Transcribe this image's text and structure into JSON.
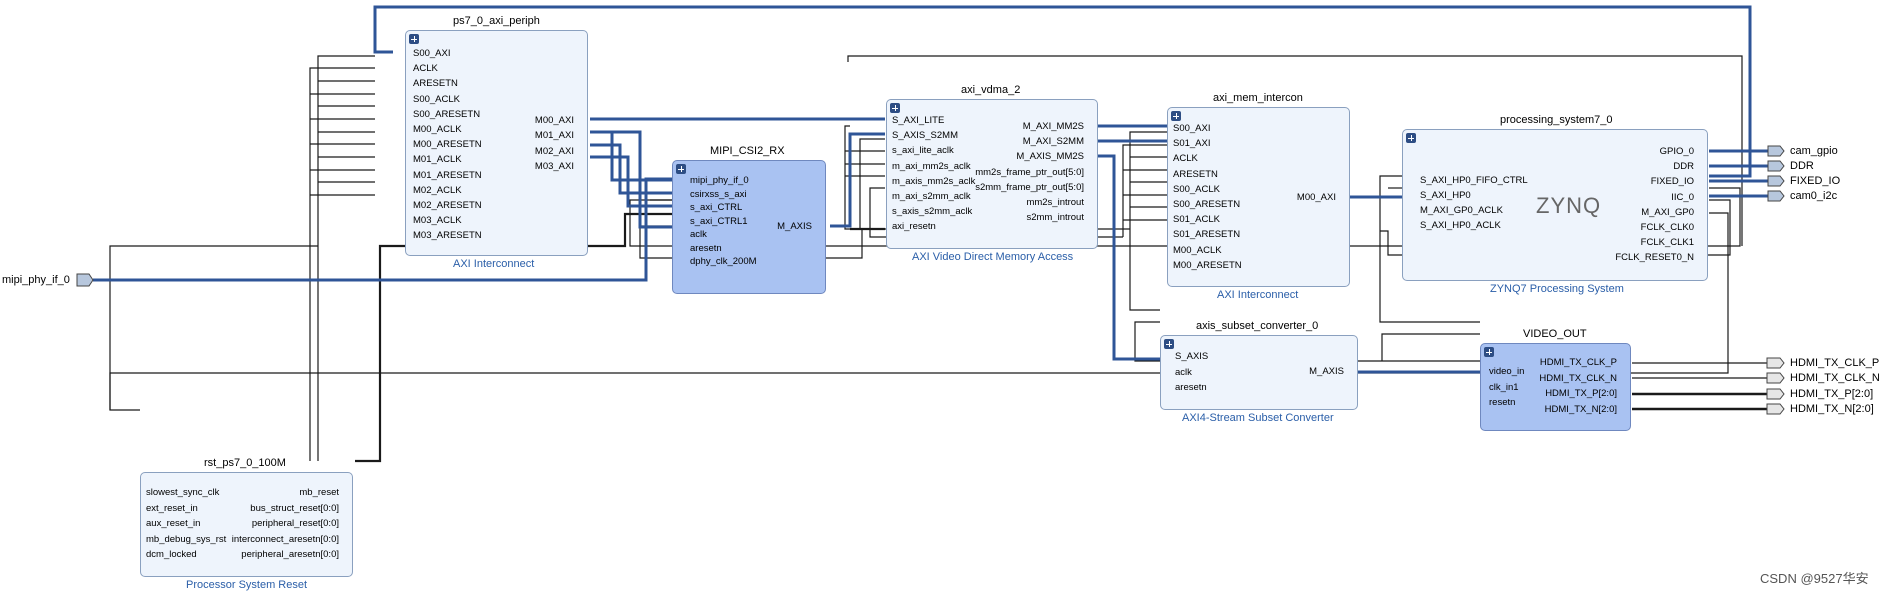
{
  "blocks": {
    "axi_periph": {
      "name": "ps7_0_axi_periph",
      "subtitle": "AXI Interconnect",
      "left_pins": [
        "S00_AXI",
        "ACLK",
        "ARESETN",
        "S00_ACLK",
        "S00_ARESETN",
        "M00_ACLK",
        "M00_ARESETN",
        "M01_ACLK",
        "M01_ARESETN",
        "M02_ACLK",
        "M02_ARESETN",
        "M03_ACLK",
        "M03_ARESETN"
      ],
      "right_pins": [
        "M00_AXI",
        "M01_AXI",
        "M02_AXI",
        "M03_AXI"
      ]
    },
    "mipi_csi2": {
      "name": "MIPI_CSI2_RX",
      "left_pins": [
        "mipi_phy_if_0",
        "csirxss_s_axi",
        "s_axi_CTRL",
        "s_axi_CTRL1",
        "aclk",
        "aresetn",
        "dphy_clk_200M"
      ],
      "right_pins": [
        "M_AXIS"
      ]
    },
    "vdma": {
      "name": "axi_vdma_2",
      "subtitle": "AXI Video Direct Memory Access",
      "left_pins": [
        "S_AXI_LITE",
        "S_AXIS_S2MM",
        "s_axi_lite_aclk",
        "m_axi_mm2s_aclk",
        "m_axis_mm2s_aclk",
        "m_axi_s2mm_aclk",
        "s_axis_s2mm_aclk",
        "axi_resetn"
      ],
      "right_pins": [
        "M_AXI_MM2S",
        "M_AXI_S2MM",
        "M_AXIS_MM2S",
        "mm2s_frame_ptr_out[5:0]",
        "s2mm_frame_ptr_out[5:0]",
        "mm2s_introut",
        "s2mm_introut"
      ]
    },
    "mem_intercon": {
      "name": "axi_mem_intercon",
      "subtitle": "AXI Interconnect",
      "left_pins": [
        "S00_AXI",
        "S01_AXI",
        "ACLK",
        "ARESETN",
        "S00_ACLK",
        "S00_ARESETN",
        "S01_ACLK",
        "S01_ARESETN",
        "M00_ACLK",
        "M00_ARESETN"
      ],
      "right_pins": [
        "M00_AXI"
      ]
    },
    "ps7": {
      "name": "processing_system7_0",
      "subtitle": "ZYNQ7 Processing System",
      "logo": "ZYNQ",
      "left_pins": [
        "S_AXI_HP0_FIFO_CTRL",
        "S_AXI_HP0",
        "M_AXI_GP0_ACLK",
        "S_AXI_HP0_ACLK"
      ],
      "right_pins": [
        "GPIO_0",
        "DDR",
        "FIXED_IO",
        "IIC_0",
        "M_AXI_GP0",
        "FCLK_CLK0",
        "FCLK_CLK1",
        "FCLK_RESET0_N"
      ]
    },
    "subset": {
      "name": "axis_subset_converter_0",
      "subtitle": "AXI4-Stream Subset Converter",
      "left_pins": [
        "S_AXIS",
        "aclk",
        "aresetn"
      ],
      "right_pins": [
        "M_AXIS"
      ]
    },
    "video_out": {
      "name": "VIDEO_OUT",
      "left_pins": [
        "video_in",
        "clk_in1",
        "resetn"
      ],
      "right_pins": [
        "HDMI_TX_CLK_P",
        "HDMI_TX_CLK_N",
        "HDMI_TX_P[2:0]",
        "HDMI_TX_N[2:0]"
      ]
    },
    "rst": {
      "name": "rst_ps7_0_100M",
      "subtitle": "Processor System Reset",
      "left_pins": [
        "slowest_sync_clk",
        "ext_reset_in",
        "aux_reset_in",
        "mb_debug_sys_rst",
        "dcm_locked"
      ],
      "right_pins": [
        "mb_reset",
        "bus_struct_reset[0:0]",
        "peripheral_reset[0:0]",
        "interconnect_aresetn[0:0]",
        "peripheral_aresetn[0:0]"
      ]
    }
  },
  "external_ports": {
    "input": "mipi_phy_if_0",
    "outputs": [
      "cam_gpio",
      "DDR",
      "FIXED_IO",
      "cam0_i2c"
    ],
    "hdmi_outputs": [
      "HDMI_TX_CLK_P",
      "HDMI_TX_CLK_N",
      "HDMI_TX_P[2:0]",
      "HDMI_TX_N[2:0]"
    ]
  },
  "watermark": "CSDN @9527华安",
  "colors": {
    "block_fill": "#eef4fc",
    "block_highlight": "#a9c2f2",
    "bus_wire": "#2f5597",
    "net_wire": "#1a1a1a",
    "subtitle_text": "#2a5ea8"
  }
}
